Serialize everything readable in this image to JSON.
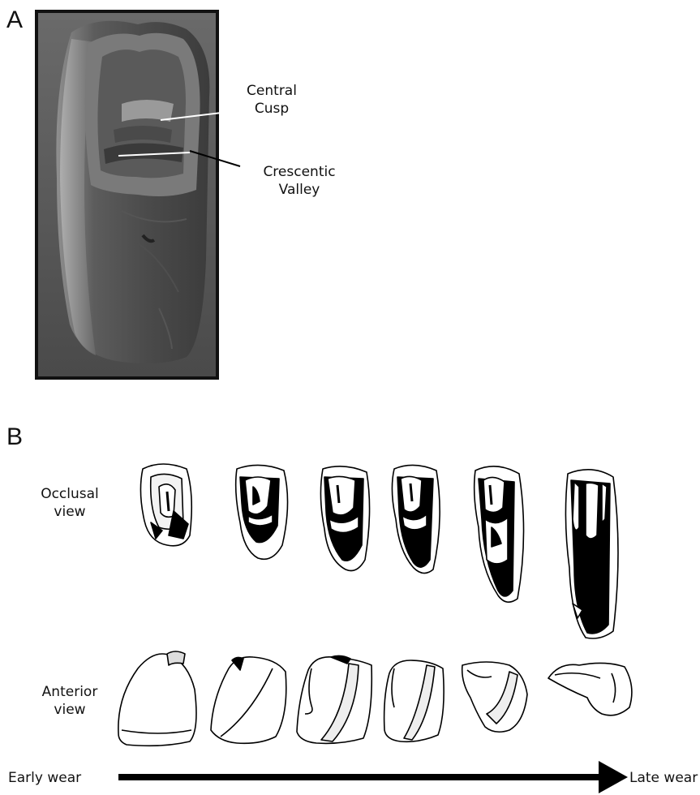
{
  "panel_a": {
    "letter": "A",
    "labels": {
      "central_cusp": "Central\nCusp",
      "crescentic_valley": "Crescentic\nValley"
    }
  },
  "panel_b": {
    "letter": "B",
    "rows": {
      "occlusal": "Occlusal\nview",
      "anterior": "Anterior\nview"
    },
    "axis": {
      "start_label": "Early wear",
      "end_label": "Late wear"
    },
    "stage_count": 6
  },
  "colors": {
    "ink": "#000000",
    "photo_dark": "#2a2a2a",
    "photo_mid": "#6e6e6e",
    "photo_light": "#a8a8a8"
  }
}
